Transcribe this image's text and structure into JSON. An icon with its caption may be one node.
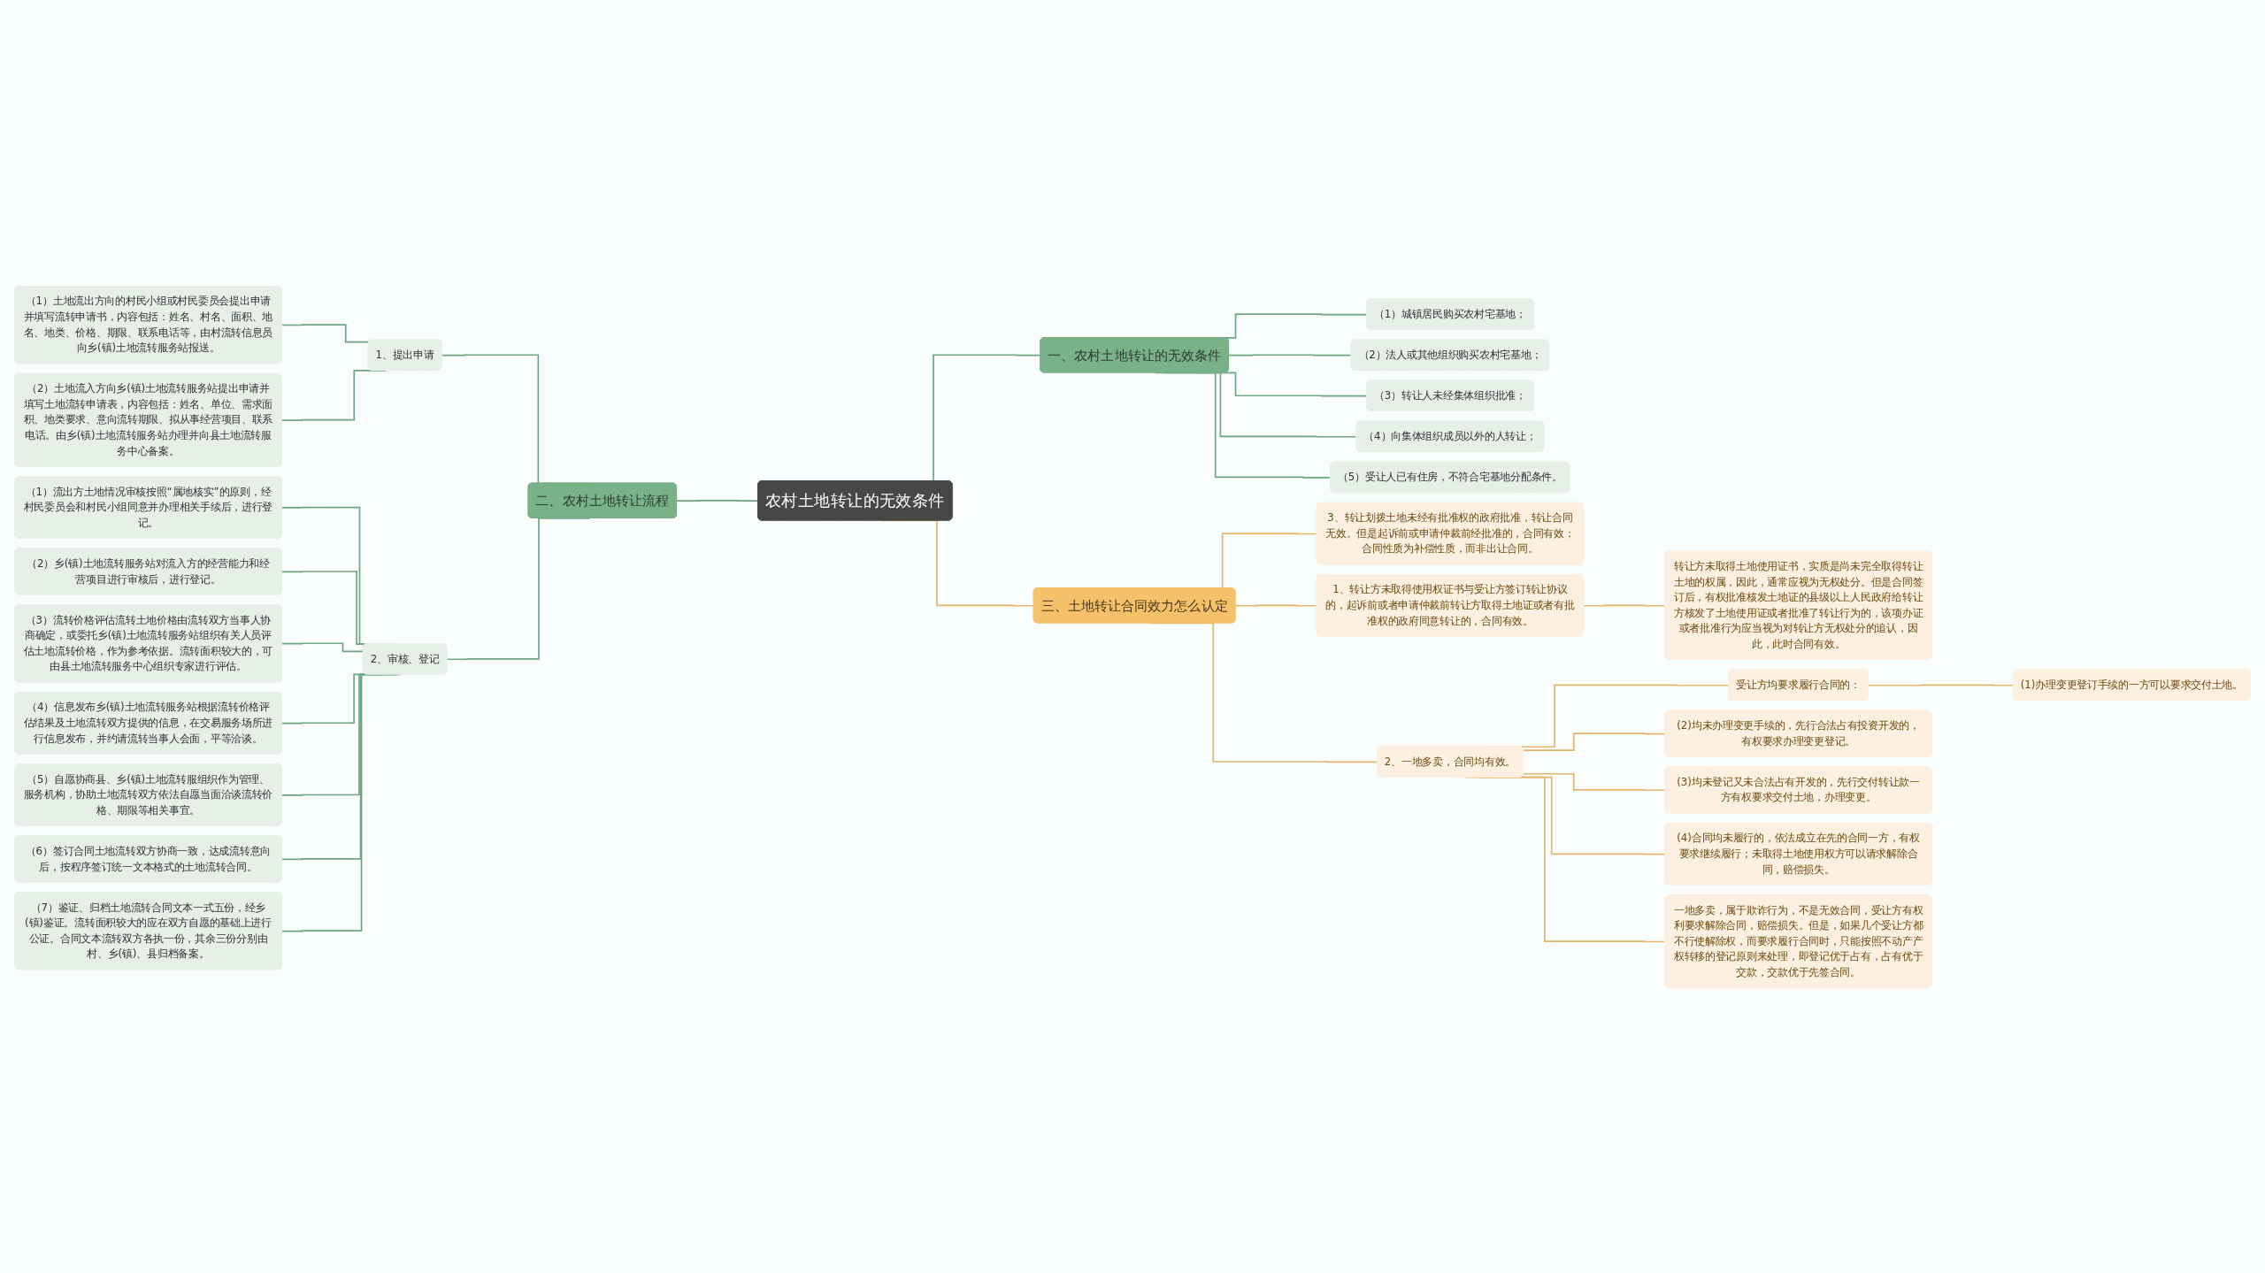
{
  "diagram": {
    "nodes": [
      {
        "text": [
          "农村土地转让的无效条件"
        ]
      },
      {
        "text": [
          "一、农村土地转让的无效条件"
        ]
      },
      {
        "text": [
          "（1）城镇居民购买农村宅基地；"
        ]
      },
      {
        "text": [
          "（2）法人或其他组织购买农村宅基地；"
        ]
      },
      {
        "text": [
          "（3）转让人未经集体组织批准；"
        ]
      },
      {
        "text": [
          "（4）向集体组织成员以外的人转让；"
        ]
      },
      {
        "text": [
          "（5）受让人已有住房，不符合宅基地分配条件。"
        ]
      },
      {
        "text": [
          "二、农村土地转让流程"
        ]
      },
      {
        "text": [
          "1、提出申请"
        ]
      },
      {
        "text": [
          "（1）土地流出方向的村民小组或村民委员会提出申请并填写流转申请书，内容包括：姓名、村名、面积、地名、地类、价格、期限、联系电话等，由村流转信息员向乡(镇)土地流转服务站报送。"
        ]
      },
      {
        "text": [
          "（2）土地流入方向乡(镇)土地流转服务站提出申请并填写土地流转申请表，内容包括：姓名、单位、需求面积、地类要求、意向流转期限、拟从事经营项目、联系电话。由乡(镇)土地流转服务站办理并向县土地流转服务中心备案。"
        ]
      },
      {
        "text": [
          "2、审核、登记"
        ]
      },
      {
        "text": [
          "（1）流出方土地情况审核按照“属地核实”的原则，经村民委员会和村民小组同意并办理相关手续后，进行登记。"
        ]
      },
      {
        "text": [
          "（2）乡(镇)土地流转服务站对流入方的经营能力和经营项目进行审核后，进行登记。"
        ]
      },
      {
        "text": [
          "（3）流转价格评估流转土地价格由流转双方当事人协商确定，或委托乡(镇)土地流转服务站组织有关人员评估土地流转价格，作为参考依据。流转面积较大的，可由县土地流转服务中心组织专家进行评估。"
        ]
      },
      {
        "text": [
          "（4）信息发布乡(镇)土地流转服务站根据流转价格评估结果及土地流转双方提供的信息，在交易服务场所进行信息发布，并约请流转当事人会面，平等洽谈。"
        ]
      },
      {
        "text": [
          "（5）自愿协商县、乡(镇)土地流转服组织作为管理、服务机构，协助土地流转双方依法自愿当面洽谈流转价格、期限等相关事宜。"
        ]
      },
      {
        "text": [
          "（6）签订合同土地流转双方协商一致，达成流转意向后，按程序签订统一文本格式的土地流转合同。"
        ]
      },
      {
        "text": [
          "（7）鉴证、归档土地流转合同文本一式五份，经乡(镇)鉴证。流转面积较大的应在双方自愿的基础上进行公证。合同文本流转双方各执一份，其余三份分别由村、乡(镇)、县归档备案。"
        ]
      },
      {
        "text": [
          "三、土地转让合同效力怎么认定"
        ]
      },
      {
        "text": [
          "1、转让方未取得使用权证书与受让方签订转让协议的，起诉前或者申请仲裁前转让方取得土地证或者有批准权的政府同意转让的，合同有效。"
        ]
      },
      {
        "text": [
          "转让方未取得土地使用证书，实质是尚未完全取得转让土地的权属，因此，通常应视为无权处分。但是合同签订后，有权批准核发土地证的县级以上人民政府给转让方核发了土地使用证或者批准了转让行为的，该项办证或者批准行为应当视为对转让方无权处分的追认，因此，此时合同有效。"
        ]
      },
      {
        "text": [
          "2、一地多卖，合同均有效。"
        ]
      },
      {
        "text": [
          "受让方均要求履行合同的："
        ]
      },
      {
        "text": [
          "(1)办理变更登订手续的一方可以要求交付土地。"
        ]
      },
      {
        "text": [
          "(2)均未办理变更手续的，先行合法占有投资开发的，有权要求办理变更登记。"
        ]
      },
      {
        "text": [
          "(3)均未登记又未合法占有开发的，先行交付转让款一方有权要求交付土地，办理变更。"
        ]
      },
      {
        "text": [
          "(4)合同均未履行的，依法成立在先的合同一方，有权要求继续履行；未取得土地使用权方可以请求解除合同，赔偿损失。"
        ]
      },
      {
        "text": [
          "一地多卖，属于欺诈行为，不是无效合同，受让方有权利要求解除合同，赔偿损失。但是，如果几个受让方都不行使解除权，而要求履行合同时，只能按照不动产产权转移的登记原则来处理，即登记优于占有，占有优于交款，交款优于先签合同。"
        ]
      },
      {
        "text": [
          "3、转让划拨土地未经有批准权的政府批准，转让合同无效。但是起诉前或申请仲裁前经批准的，合同有效；合同性质为补偿性质，而非出让合同。"
        ]
      }
    ],
    "edges": [
      {
        "from": 0,
        "to": 1,
        "arrow": "none"
      },
      {
        "from": 1,
        "to": 2,
        "arrow": "none"
      },
      {
        "from": 1,
        "to": 3,
        "arrow": "none"
      },
      {
        "from": 1,
        "to": 4,
        "arrow": "none"
      },
      {
        "from": 1,
        "to": 5,
        "arrow": "none"
      },
      {
        "from": 1,
        "to": 6,
        "arrow": "none"
      },
      {
        "from": 0,
        "to": 7,
        "arrow": "none"
      },
      {
        "from": 7,
        "to": 8,
        "arrow": "none"
      },
      {
        "from": 8,
        "to": 9,
        "arrow": "none"
      },
      {
        "from": 8,
        "to": 10,
        "arrow": "none"
      },
      {
        "from": 7,
        "to": 11,
        "arrow": "none"
      },
      {
        "from": 11,
        "to": 12,
        "arrow": "none"
      },
      {
        "from": 11,
        "to": 13,
        "arrow": "none"
      },
      {
        "from": 11,
        "to": 14,
        "arrow": "none"
      },
      {
        "from": 11,
        "to": 15,
        "arrow": "none"
      },
      {
        "from": 11,
        "to": 16,
        "arrow": "none"
      },
      {
        "from": 11,
        "to": 17,
        "arrow": "none"
      },
      {
        "from": 11,
        "to": 18,
        "arrow": "none"
      },
      {
        "from": 0,
        "to": 19,
        "arrow": "none",
        "color": "#e2b56a"
      },
      {
        "from": 19,
        "to": 20,
        "arrow": "none",
        "color": "#e2b56a"
      },
      {
        "from": 20,
        "to": 21,
        "arrow": "none",
        "color": "#e2b56a"
      },
      {
        "from": 19,
        "to": 22,
        "arrow": "none",
        "color": "#e2b56a"
      },
      {
        "from": 22,
        "to": 23,
        "arrow": "none",
        "color": "#e2b56a"
      },
      {
        "from": 23,
        "to": 24,
        "arrow": "none",
        "color": "#e2b56a"
      },
      {
        "from": 22,
        "to": 25,
        "arrow": "none",
        "color": "#e2b56a"
      },
      {
        "from": 22,
        "to": 26,
        "arrow": "none",
        "color": "#e2b56a"
      },
      {
        "from": 22,
        "to": 27,
        "arrow": "none",
        "color": "#e2b56a"
      },
      {
        "from": 22,
        "to": 28,
        "arrow": "none",
        "color": "#e2b56a"
      },
      {
        "from": 19,
        "to": 29,
        "arrow": "none",
        "color": "#e2b56a"
      }
    ]
  }
}
